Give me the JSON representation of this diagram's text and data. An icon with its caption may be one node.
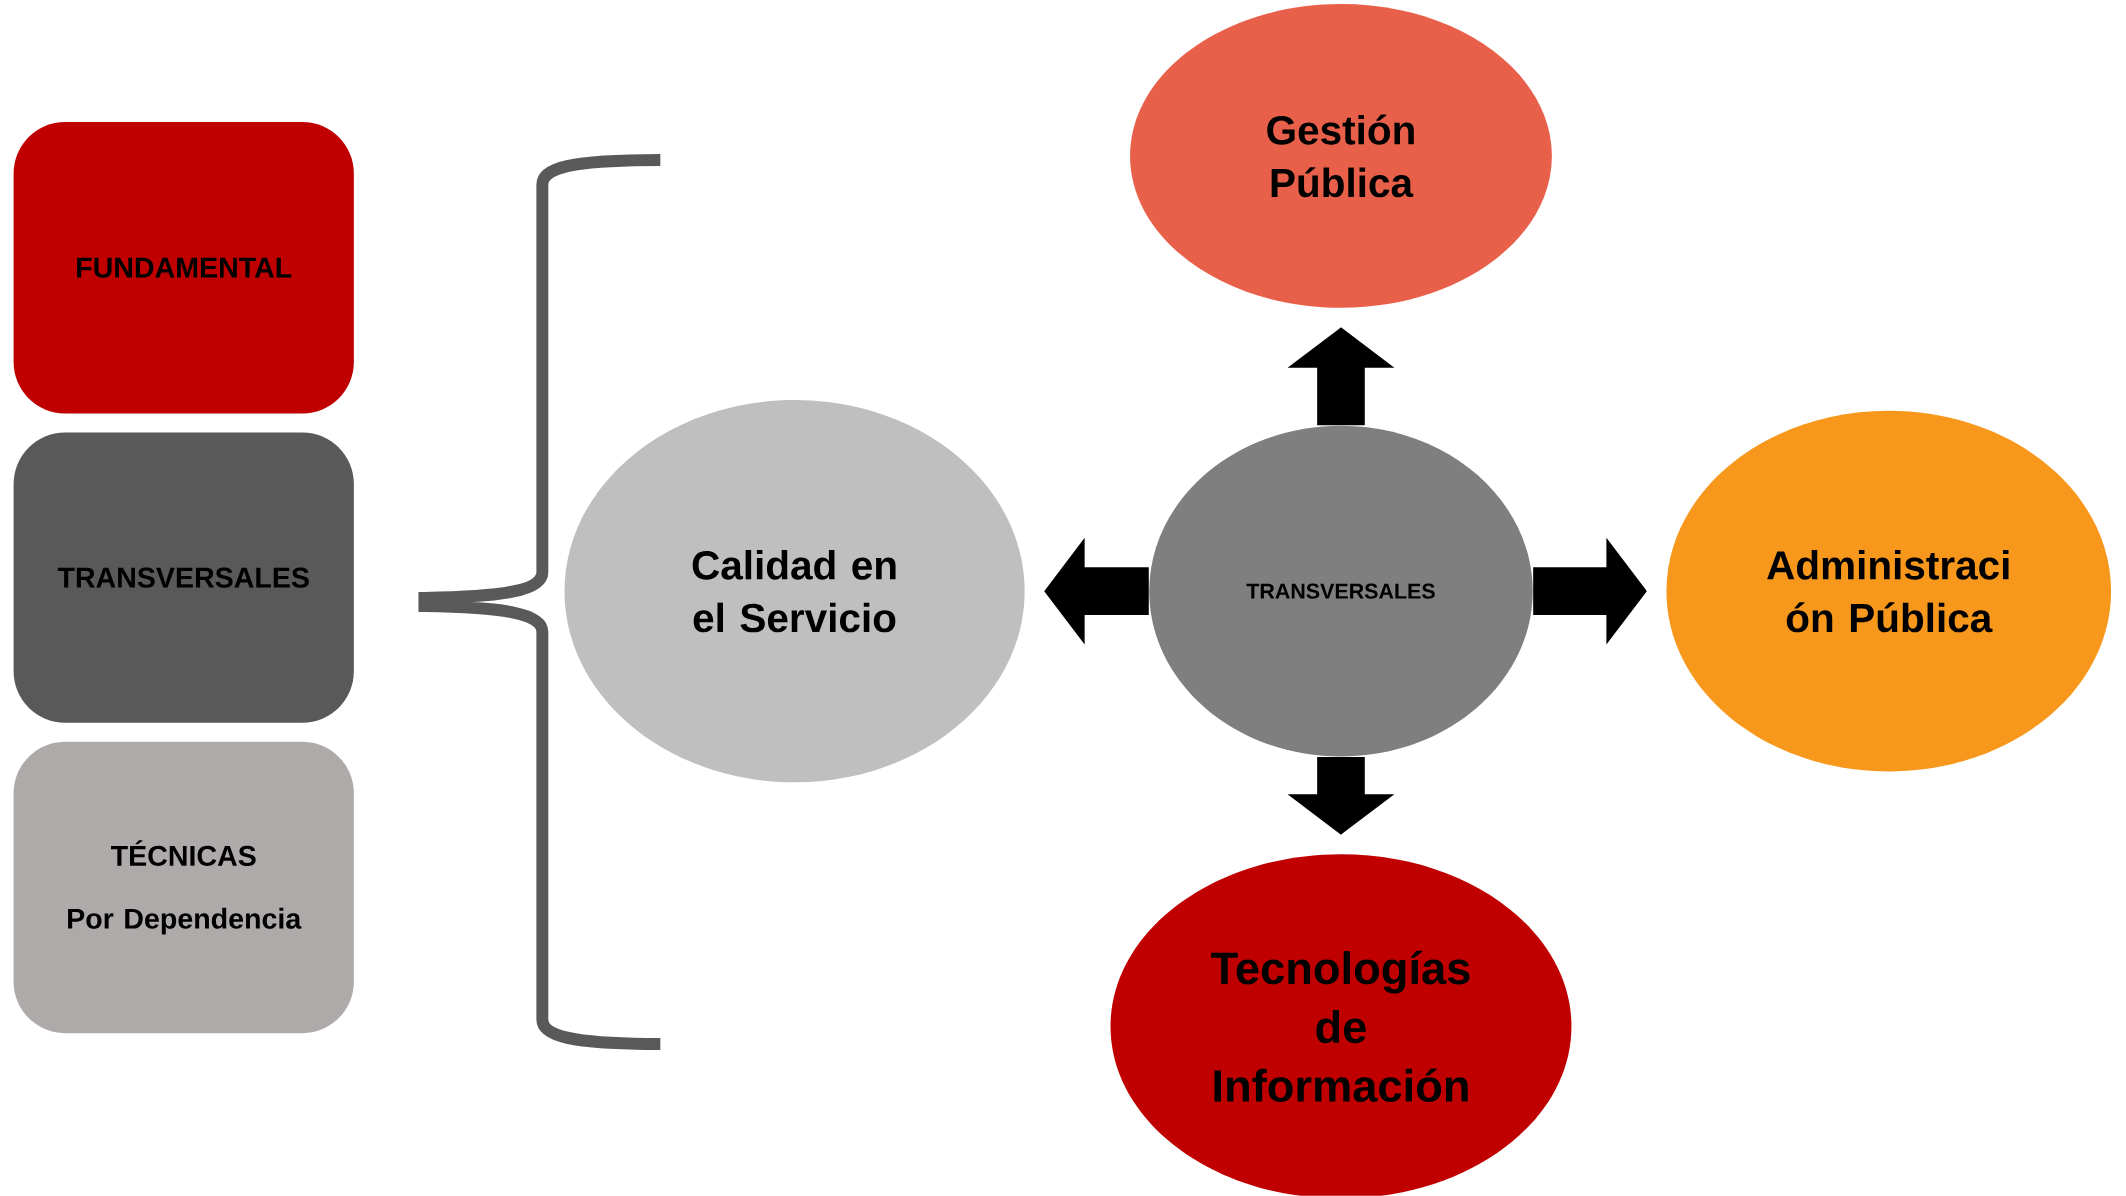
{
  "diagram": {
    "nodes": [
      {
        "text": [
          "FUNDAMENTAL"
        ]
      },
      {
        "text": [
          "TRANSVERSALES"
        ]
      },
      {
        "text": [
          "TÉCNICAS",
          "Por Dependencia"
        ]
      },
      {
        "text": [
          "Calidad en el Servicio"
        ]
      },
      {
        "text": [
          "TRANSVERSALES"
        ]
      },
      {
        "text": [
          "Gestión Pública"
        ]
      },
      {
        "text": [
          "Administraci ón Pública"
        ]
      },
      {
        "text": [
          "Tecnologías de Información"
        ]
      }
    ],
    "edges": [
      {
        "from": 4,
        "to": 5,
        "arrow": "to"
      },
      {
        "from": 4,
        "to": 3,
        "arrow": "to"
      },
      {
        "from": 4,
        "to": 6,
        "arrow": "to"
      },
      {
        "from": 4,
        "to": 7,
        "arrow": "to"
      }
    ]
  }
}
